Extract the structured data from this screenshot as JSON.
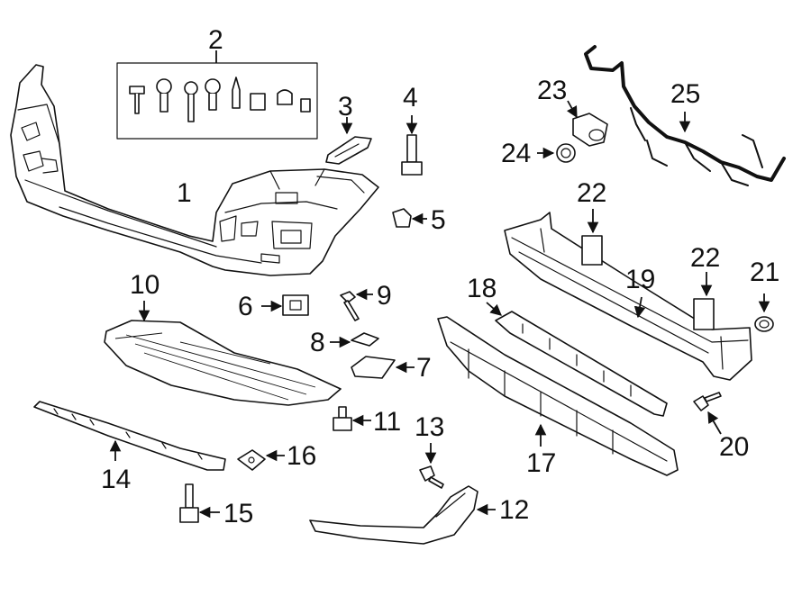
{
  "callouts": [
    {
      "id": "1",
      "label": "1"
    },
    {
      "id": "2",
      "label": "2"
    },
    {
      "id": "3",
      "label": "3"
    },
    {
      "id": "4",
      "label": "4"
    },
    {
      "id": "5",
      "label": "5"
    },
    {
      "id": "6",
      "label": "6"
    },
    {
      "id": "7",
      "label": "7"
    },
    {
      "id": "8",
      "label": "8"
    },
    {
      "id": "9",
      "label": "9"
    },
    {
      "id": "10",
      "label": "10"
    },
    {
      "id": "11",
      "label": "11"
    },
    {
      "id": "12",
      "label": "12"
    },
    {
      "id": "13",
      "label": "13"
    },
    {
      "id": "14",
      "label": "14"
    },
    {
      "id": "15",
      "label": "15"
    },
    {
      "id": "16",
      "label": "16"
    },
    {
      "id": "17",
      "label": "17"
    },
    {
      "id": "18",
      "label": "18"
    },
    {
      "id": "19",
      "label": "19"
    },
    {
      "id": "20",
      "label": "20"
    },
    {
      "id": "21",
      "label": "21"
    },
    {
      "id": "22a",
      "label": "22"
    },
    {
      "id": "22b",
      "label": "22"
    },
    {
      "id": "23",
      "label": "23"
    },
    {
      "id": "24",
      "label": "24"
    },
    {
      "id": "25",
      "label": "25"
    }
  ],
  "colors": {
    "line": "#111111",
    "background": "#ffffff"
  }
}
